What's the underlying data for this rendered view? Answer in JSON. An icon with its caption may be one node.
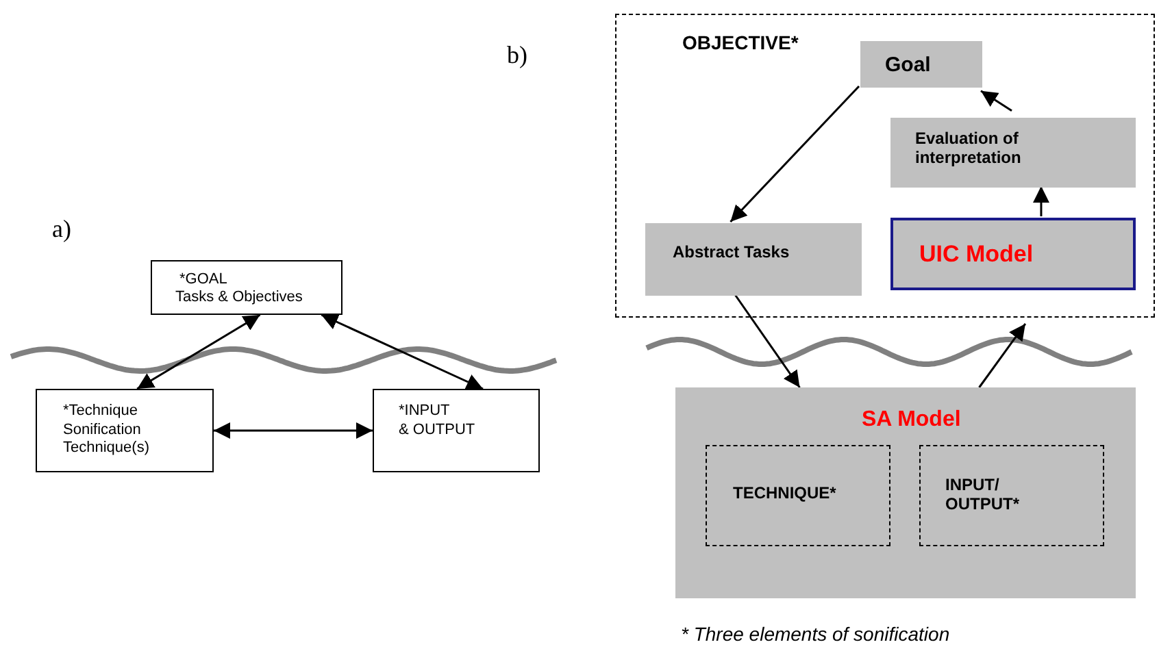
{
  "diagram": {
    "caption": "* Three elements of sonification",
    "nodes": [
      {
        "text": [
          "*GOAL",
          "Tasks & Objectives"
        ]
      },
      {
        "text": [
          "*Technique",
          "Sonification Technique(s)"
        ]
      },
      {
        "text": [
          "*INPUT",
          "& OUTPUT"
        ]
      },
      {
        "text": [
          "OBJECTIVE*"
        ]
      },
      {
        "text": [
          "Goal"
        ],
        "in": 3
      },
      {
        "text": [
          "Evaluation of interpretation"
        ],
        "in": 3
      },
      {
        "text": [
          "Abstract Tasks"
        ],
        "in": 3
      },
      {
        "text": [
          "UIC Model"
        ],
        "in": 3
      },
      {
        "text": [
          "SA Model"
        ]
      },
      {
        "text": [
          "TECHNIQUE*"
        ],
        "in": 8
      },
      {
        "text": [
          "INPUT/ OUTPUT*"
        ],
        "in": 8
      }
    ],
    "edges": [
      {
        "from": 1,
        "to": 0,
        "arrow": "both"
      },
      {
        "from": 0,
        "to": 2,
        "arrow": "both"
      },
      {
        "from": 1,
        "to": 2,
        "arrow": "both"
      },
      {
        "from": 4,
        "to": 6,
        "arrow": "to"
      },
      {
        "from": 5,
        "to": 4,
        "arrow": "to"
      },
      {
        "from": 7,
        "to": 5,
        "arrow": "to"
      },
      {
        "from": 6,
        "to": 8,
        "arrow": "to"
      },
      {
        "from": 8,
        "to": 3,
        "arrow": "to"
      }
    ],
    "labels": [
      "b)",
      "a)"
    ]
  }
}
